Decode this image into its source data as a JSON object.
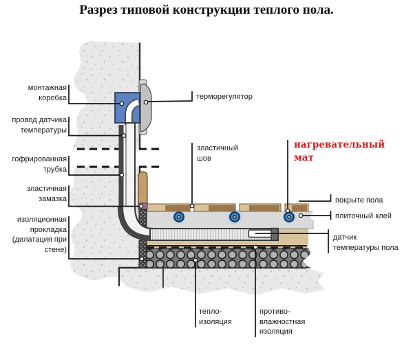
{
  "title": "Разрез типовой конструкции теплого пола.",
  "colors": {
    "mounting_box_blue": "#5b82c2",
    "heating_mat_red": "#cc2020",
    "tile_tan": "#d7c29c",
    "tile_dark": "#9c7749",
    "adhesive_gray": "#dadada",
    "cable_blue": "#4c84b8",
    "putty_purple": "#97718e",
    "seam_tan": "#c49d6d",
    "concrete_gray": "#e8e8e8"
  },
  "labels": {
    "mounting_box": {
      "lines": [
        "монтажная",
        "коробка"
      ]
    },
    "sensor_wire": {
      "lines": [
        "провод датчика",
        "температуры"
      ]
    },
    "corrugated_tube": {
      "lines": [
        "гофрированная",
        "трубка"
      ]
    },
    "elastic_putty": {
      "lines": [
        "зластичная",
        "замазка"
      ]
    },
    "insulation_gasket": {
      "lines": [
        "изоляционная",
        "прокладка",
        "(дилатация при",
        "стене)"
      ]
    },
    "thermostat": {
      "lines": [
        "терморегулятор"
      ]
    },
    "elastic_seam": {
      "lines": [
        "зластичный",
        "шов"
      ]
    },
    "heating_mat": {
      "lines": [
        "нагревательный",
        "мат"
      ]
    },
    "floor_covering": {
      "lines": [
        "покрыте пола"
      ]
    },
    "tile_adhesive": {
      "lines": [
        "плиточный клей"
      ]
    },
    "floor_sensor": {
      "lines": [
        "датчик",
        "температуры пола"
      ]
    },
    "thermal_insulation": {
      "lines": [
        "тепло-",
        "изоляция"
      ]
    },
    "moisture_insulation": {
      "lines": [
        "противо-",
        "влажностная",
        "изоляция"
      ]
    }
  }
}
